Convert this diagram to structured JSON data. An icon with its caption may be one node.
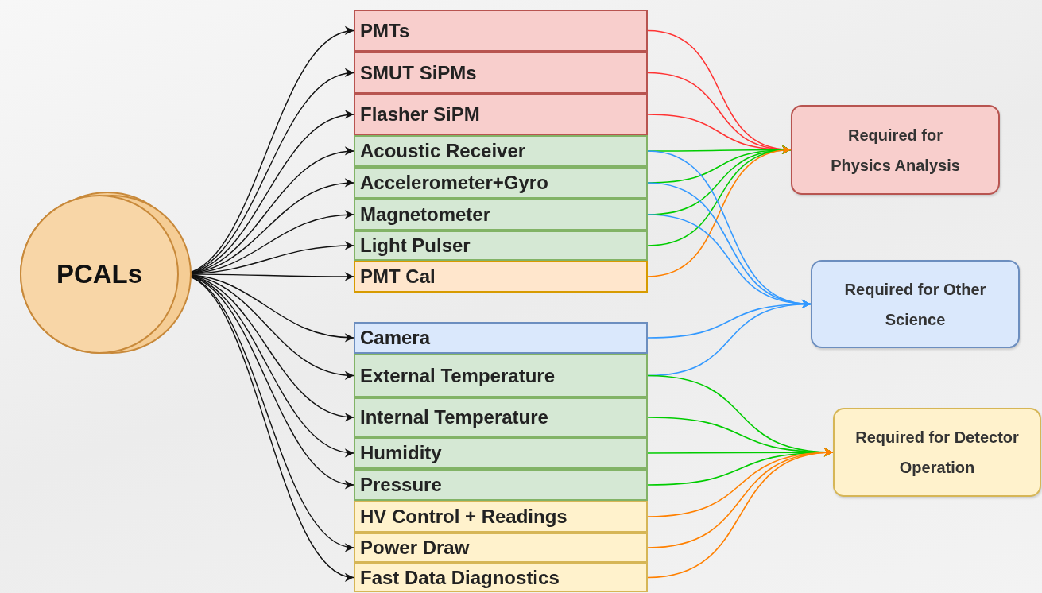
{
  "diagram": {
    "nodes": [
      {
        "text": [
          "PCALs"
        ]
      },
      {
        "text": [
          "PMTs"
        ]
      },
      {
        "text": [
          "SMUT SiPMs"
        ]
      },
      {
        "text": [
          "Flasher SiPM"
        ]
      },
      {
        "text": [
          "Acoustic Receiver"
        ]
      },
      {
        "text": [
          "Accelerometer+Gyro"
        ]
      },
      {
        "text": [
          "Magnetometer"
        ]
      },
      {
        "text": [
          "Light Pulser"
        ]
      },
      {
        "text": [
          "PMT Cal"
        ]
      },
      {
        "text": [
          "Camera"
        ]
      },
      {
        "text": [
          "External Temperature"
        ]
      },
      {
        "text": [
          "Internal Temperature"
        ]
      },
      {
        "text": [
          "Humidity"
        ]
      },
      {
        "text": [
          "Pressure"
        ]
      },
      {
        "text": [
          "HV Control + Readings"
        ]
      },
      {
        "text": [
          "Power Draw"
        ]
      },
      {
        "text": [
          "Fast Data Diagnostics"
        ]
      },
      {
        "text": [
          "Required for Physics Analysis"
        ]
      },
      {
        "text": [
          "Required for Other Science"
        ]
      },
      {
        "text": [
          "Required for Detector Operation"
        ]
      }
    ],
    "edges": [
      {
        "from": 0,
        "to": 1,
        "arrow": "to"
      },
      {
        "from": 0,
        "to": 2,
        "arrow": "to"
      },
      {
        "from": 0,
        "to": 3,
        "arrow": "to"
      },
      {
        "from": 0,
        "to": 4,
        "arrow": "to"
      },
      {
        "from": 0,
        "to": 5,
        "arrow": "to"
      },
      {
        "from": 0,
        "to": 6,
        "arrow": "to"
      },
      {
        "from": 0,
        "to": 7,
        "arrow": "to"
      },
      {
        "from": 0,
        "to": 8,
        "arrow": "to"
      },
      {
        "from": 0,
        "to": 9,
        "arrow": "to"
      },
      {
        "from": 0,
        "to": 10,
        "arrow": "to"
      },
      {
        "from": 0,
        "to": 11,
        "arrow": "to"
      },
      {
        "from": 0,
        "to": 12,
        "arrow": "to"
      },
      {
        "from": 0,
        "to": 13,
        "arrow": "to"
      },
      {
        "from": 0,
        "to": 15,
        "arrow": "to"
      },
      {
        "from": 0,
        "to": 16,
        "arrow": "to"
      },
      {
        "from": 1,
        "to": 17,
        "arrow": "to",
        "color": "#ff3333"
      },
      {
        "from": 2,
        "to": 17,
        "arrow": "to",
        "color": "#ff3333"
      },
      {
        "from": 3,
        "to": 17,
        "arrow": "to",
        "color": "#ff3333"
      },
      {
        "from": 4,
        "to": 17,
        "arrow": "to",
        "color": "#00cc00"
      },
      {
        "from": 5,
        "to": 17,
        "arrow": "to",
        "color": "#00cc00"
      },
      {
        "from": 6,
        "to": 17,
        "arrow": "to",
        "color": "#00cc00"
      },
      {
        "from": 7,
        "to": 17,
        "arrow": "to",
        "color": "#00cc00"
      },
      {
        "from": 8,
        "to": 17,
        "arrow": "to",
        "color": "#ff8000"
      },
      {
        "from": 4,
        "to": 18,
        "arrow": "to",
        "color": "#3399ff"
      },
      {
        "from": 5,
        "to": 18,
        "arrow": "to",
        "color": "#3399ff"
      },
      {
        "from": 6,
        "to": 18,
        "arrow": "to",
        "color": "#3399ff"
      },
      {
        "from": 9,
        "to": 18,
        "arrow": "to",
        "color": "#3399ff"
      },
      {
        "from": 10,
        "to": 18,
        "arrow": "to",
        "color": "#3399ff"
      },
      {
        "from": 10,
        "to": 19,
        "arrow": "to",
        "color": "#00cc00"
      },
      {
        "from": 11,
        "to": 19,
        "arrow": "to",
        "color": "#00cc00"
      },
      {
        "from": 12,
        "to": 19,
        "arrow": "to",
        "color": "#00cc00"
      },
      {
        "from": 13,
        "to": 19,
        "arrow": "to",
        "color": "#00cc00"
      },
      {
        "from": 14,
        "to": 19,
        "arrow": "to",
        "color": "#ff8000"
      },
      {
        "from": 15,
        "to": 19,
        "arrow": "to",
        "color": "#ff8000"
      },
      {
        "from": 16,
        "to": 19,
        "arrow": "to",
        "color": "#ff8000"
      }
    ]
  }
}
